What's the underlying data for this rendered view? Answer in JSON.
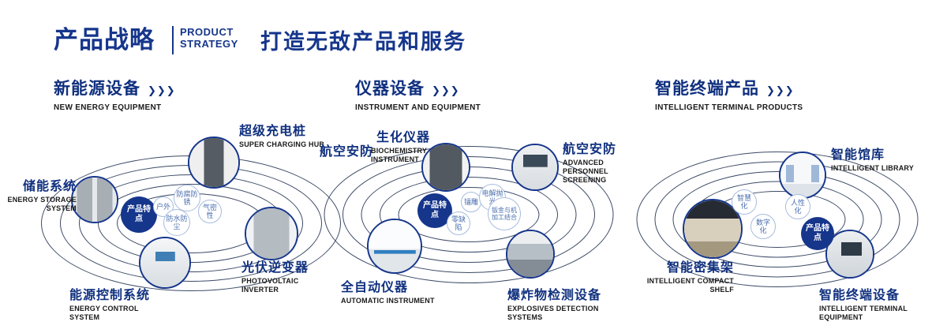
{
  "header": {
    "title_cn": "产品战略",
    "title_en_line1": "PRODUCT",
    "title_en_line2": "STRATEGY",
    "slogan": "打造无敌产品和服务"
  },
  "accent_color": "#16368c",
  "sections": [
    {
      "title": "新能源设备",
      "arrow": "❯❯❯",
      "subtitle": "NEW ENERGY EQUIPMENT",
      "center_label": "产品特点",
      "features": [
        "户外",
        "防腐防锈",
        "气密性",
        "防水防尘"
      ],
      "nodes": [
        {
          "cn": "储能系统",
          "en": "ENERGY STORAGE SYSTEM"
        },
        {
          "cn": "超级充电桩",
          "en": "SUPER CHARGING HUB"
        },
        {
          "cn": "光伏逆变器",
          "en": "PHOTOVOLTAIC INVERTER"
        },
        {
          "cn": "能源控制系统",
          "en": "ENERGY CONTROL SYSTEM"
        }
      ]
    },
    {
      "title": "仪器设备",
      "arrow": "❯❯❯",
      "subtitle": "INSTRUMENT AND EQUIPMENT",
      "extra_label": "航空安防",
      "center_label": "产品特点",
      "features": [
        "镭雕",
        "电解抛光",
        "零缺陷",
        "钣金与机加工结合"
      ],
      "nodes": [
        {
          "cn": "生化仪器",
          "en": "BIOCHEMISTRY INSTRUMENT"
        },
        {
          "cn": "航空安防",
          "en": "ADVANCED PERSONNEL SCREENING"
        },
        {
          "cn": "全自动仪器",
          "en": "AUTOMATIC INSTRUMENT"
        },
        {
          "cn": "爆炸物检测设备",
          "en": "EXPLOSIVES DETECTION SYSTEMS"
        }
      ]
    },
    {
      "title": "智能终端产品",
      "arrow": "❯❯❯",
      "subtitle": "INTELLIGENT TERMINAL PRODUCTS",
      "center_label": "产品特点",
      "features": [
        "智慧化",
        "人性化",
        "数字化"
      ],
      "nodes": [
        {
          "cn": "智能馆库",
          "en": "INTELLIGENT LIBRARY"
        },
        {
          "cn": "智能密集架",
          "en": "INTELLIGENT COMPACT SHELF"
        },
        {
          "cn": "智能终端设备",
          "en": "INTELLIGENT TERMINAL EQUIPMENT"
        }
      ]
    }
  ]
}
